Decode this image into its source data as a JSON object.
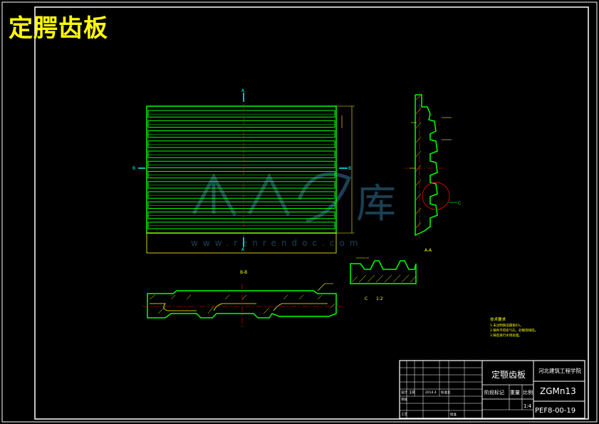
{
  "page_title": "定腭齿板",
  "views": {
    "section_a_label": "A-A",
    "section_b_label": "B-B",
    "detail_label": "C",
    "detail_scale": "1:2",
    "cut_a": "A",
    "cut_b": "B",
    "circle_c": "C"
  },
  "watermark": {
    "glyph": "库",
    "url": "www.renrendoc.com"
  },
  "technical_requirements": {
    "heading": "技术要求",
    "lines": [
      "1.未注明铸造圆角R3。",
      "2.铸件不得有气孔、砂眼等缺陷。",
      "3.铸后进行水韧处理。"
    ]
  },
  "title_block": {
    "part_name": "定颚齿板",
    "school": "河北建筑工程学院",
    "material": "ZGMn13",
    "drawing_number": "PEF8-00-19",
    "scale": "1:4",
    "header_stage": "阶段标记",
    "header_weight": "重量",
    "header_scale": "比例",
    "label_designer": "设计",
    "label_check": "审核",
    "label_process": "工艺",
    "label_approve": "批准",
    "designer_name": "王莉",
    "date": "2014.4",
    "std_label": "标准化"
  },
  "colors": {
    "background": "#000000",
    "frame": "#ffffff",
    "outline": "#00ff00",
    "center_line": "#ff0000",
    "dimension": "#ffff00",
    "highlight": "#00ffff",
    "title": "#ffff00"
  }
}
